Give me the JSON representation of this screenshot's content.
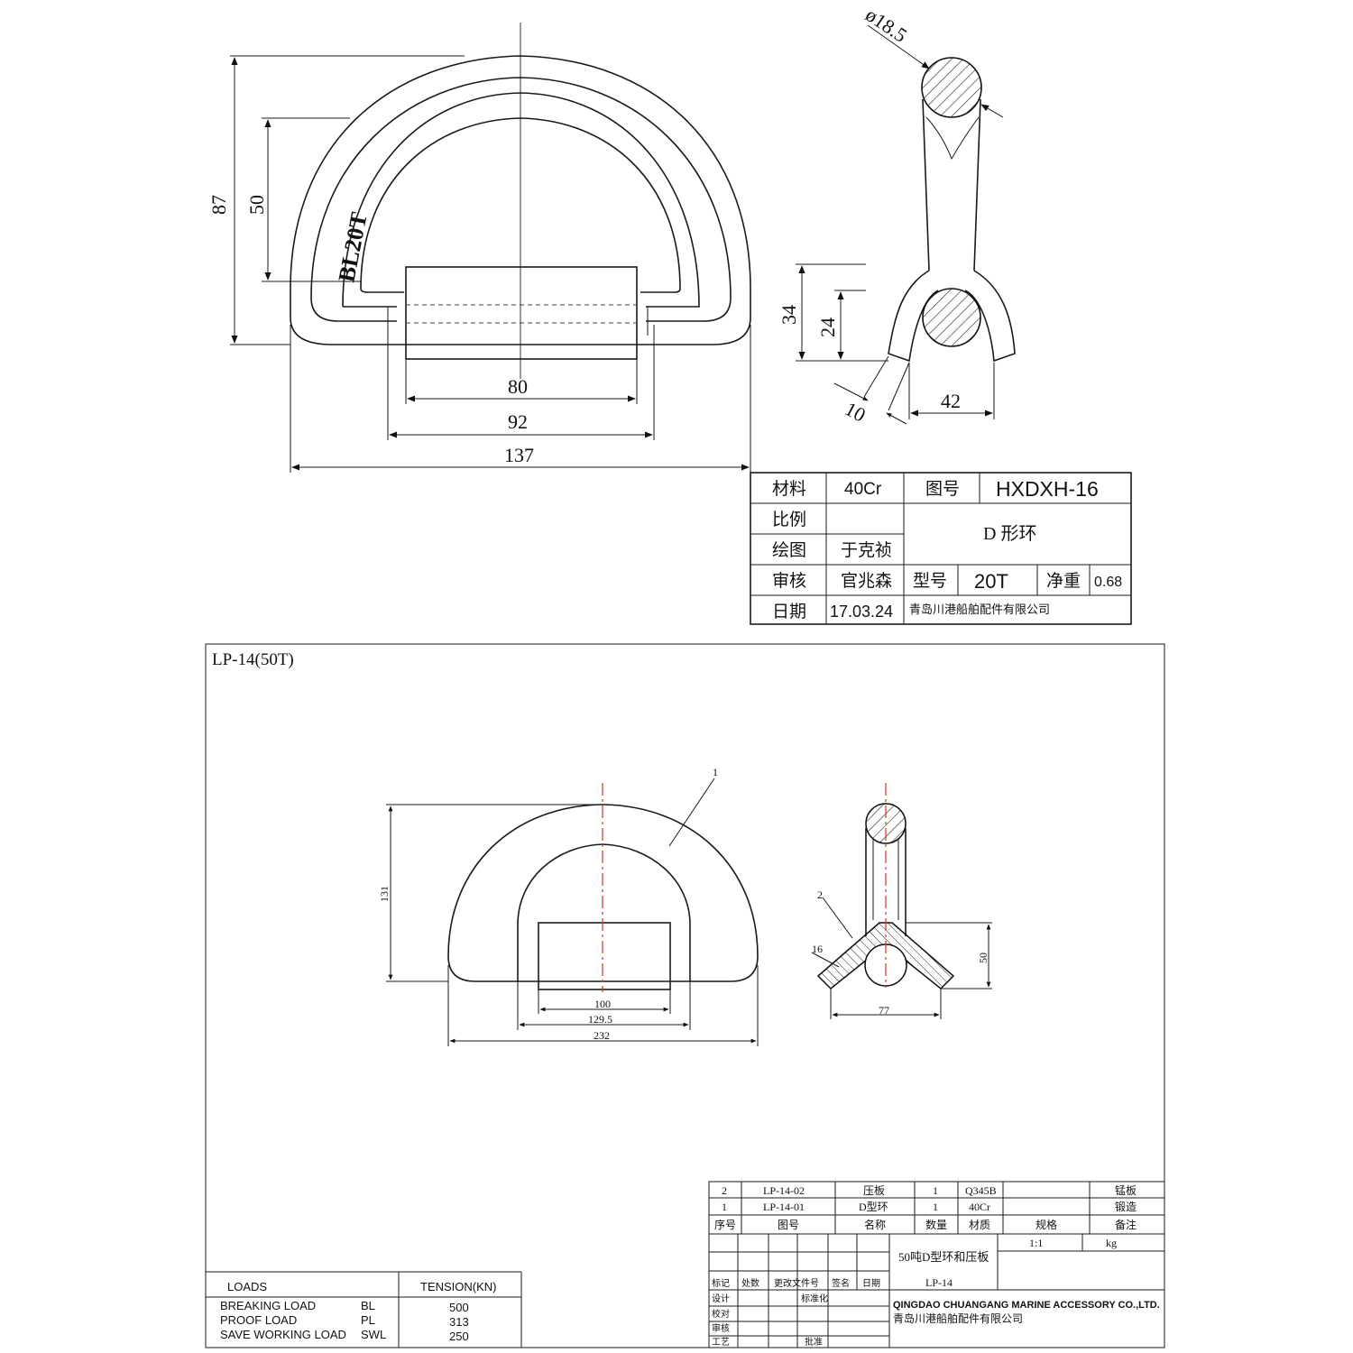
{
  "top_drawing": {
    "dimensions": {
      "height_outer": "87",
      "height_inner": "50",
      "width_bar": "80",
      "width_mid": "92",
      "width_total": "137",
      "diameter": "ø18.5",
      "side_34": "34",
      "side_24": "24",
      "side_10": "10",
      "side_42": "42"
    },
    "ring_marking": "BL20T",
    "title_block": {
      "material_label": "材料",
      "material_value": "40Cr",
      "drawing_no_label": "图号",
      "drawing_no_value": "HXDXH-16",
      "scale_label": "比例",
      "part_name": "D 形环",
      "drawn_label": "绘图",
      "drawn_value": "于克祯",
      "check_label": "审核",
      "check_value": "官兆森",
      "model_label": "型号",
      "model_value": "20T",
      "weight_label": "净重",
      "weight_value": "0.68",
      "date_label": "日期",
      "date_value": "17.03.24",
      "company": "青岛川港船舶配件有限公司"
    }
  },
  "bottom_drawing": {
    "title": "LP-14(50T)",
    "dimensions": {
      "height": "131",
      "width_bar": "100",
      "width_mid": "129.5",
      "width_total": "232",
      "side_height": "50",
      "side_width": "77",
      "plate_thickness": "16"
    },
    "balloons": [
      "1",
      "2"
    ],
    "parts_table": {
      "rows": [
        [
          "2",
          "LP-14-02",
          "压板",
          "1",
          "Q345B",
          "",
          "锰板"
        ],
        [
          "1",
          "LP-14-01",
          "D型环",
          "1",
          "40Cr",
          "",
          "锻造"
        ]
      ],
      "header": [
        "序号",
        "图号",
        "名称",
        "数量",
        "材质",
        "规格",
        "备注"
      ]
    },
    "title_block": {
      "scale": "1:1",
      "unit": "kg",
      "name": "50吨D型环和压板",
      "code": "LP-14",
      "rev_labels": [
        "标记",
        "处数",
        "更改文件号",
        "签名",
        "日期"
      ],
      "sign_labels": [
        "设计",
        "校对",
        "审核",
        "工艺"
      ],
      "std_label": "标准化",
      "approve_label": "批准",
      "company_en": "QINGDAO CHUANGANG MARINE ACCESSORY CO.,LTD.",
      "company_cn": "青岛川港船舶配件有限公司"
    },
    "loads": {
      "header_left": "LOADS",
      "header_right": "TENSION(KN)",
      "rows": [
        {
          "name": "BREAKING LOAD",
          "abbr": "BL",
          "value": "500"
        },
        {
          "name": "PROOF LOAD",
          "abbr": "PL",
          "value": "313"
        },
        {
          "name": "SAVE WORKING LOAD",
          "abbr": "SWL",
          "value": "250"
        }
      ]
    }
  }
}
